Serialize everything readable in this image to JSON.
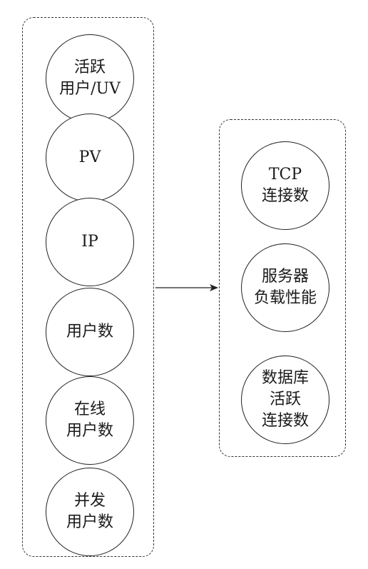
{
  "left_group": {
    "nodes": [
      {
        "lines": [
          "活跃",
          "用户/UV"
        ]
      },
      {
        "lines": [
          "PV"
        ]
      },
      {
        "lines": [
          "IP"
        ]
      },
      {
        "lines": [
          "用户数"
        ]
      },
      {
        "lines": [
          "在线",
          "用户数"
        ]
      },
      {
        "lines": [
          "并发",
          "用户数"
        ]
      }
    ]
  },
  "right_group": {
    "nodes": [
      {
        "lines": [
          "TCP",
          "连接数"
        ]
      },
      {
        "lines": [
          "服务器",
          "负载性能"
        ]
      },
      {
        "lines": [
          "数据库",
          "活跃",
          "连接数"
        ]
      }
    ]
  }
}
